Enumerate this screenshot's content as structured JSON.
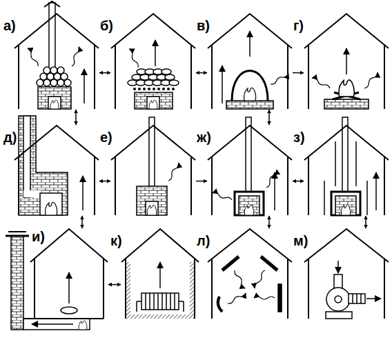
{
  "diagram": {
    "nodes": [
      {
        "text": [
          "а)"
        ]
      },
      {
        "text": [
          "б)"
        ]
      },
      {
        "text": [
          "в)"
        ]
      },
      {
        "text": [
          "г)"
        ]
      },
      {
        "text": [
          "д)"
        ]
      },
      {
        "text": [
          "е)"
        ]
      },
      {
        "text": [
          "ж)"
        ]
      },
      {
        "text": [
          "з)"
        ]
      },
      {
        "text": [
          "и)"
        ]
      },
      {
        "text": [
          "к)"
        ]
      },
      {
        "text": [
          "л)"
        ]
      },
      {
        "text": [
          "м)"
        ]
      }
    ],
    "edges": [
      {
        "from": 0,
        "to": 1,
        "arrow": "both"
      },
      {
        "from": 1,
        "to": 2,
        "arrow": "both"
      },
      {
        "from": 2,
        "to": 3,
        "arrow": "to"
      },
      {
        "from": 0,
        "to": 4,
        "arrow": "both"
      },
      {
        "from": 4,
        "to": 5,
        "arrow": "both"
      },
      {
        "from": 5,
        "to": 6,
        "arrow": "to"
      },
      {
        "from": 6,
        "to": 7,
        "arrow": "both"
      },
      {
        "from": 2,
        "to": 6,
        "arrow": "both"
      },
      {
        "from": 4,
        "to": 8,
        "arrow": "both"
      },
      {
        "from": 8,
        "to": 9,
        "arrow": "both"
      },
      {
        "from": 6,
        "to": 10,
        "arrow": "both"
      },
      {
        "from": 7,
        "to": 11,
        "arrow": "both"
      }
    ]
  }
}
